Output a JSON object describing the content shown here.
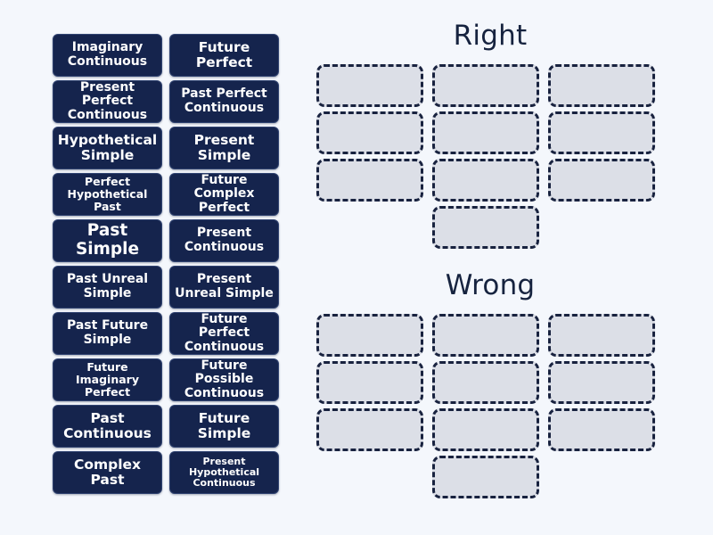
{
  "page": {
    "background_color": "#f4f7fc",
    "activity_type": "group-sort-drag-and-drop"
  },
  "colors": {
    "tile_background": "#15244d",
    "tile_border": "#2f4270",
    "tile_text": "#ffffff",
    "dropzone_fill": "#dcdfe7",
    "dropzone_border": "#18223f",
    "heading_text": "#16233f"
  },
  "tile_tray": {
    "tiles": [
      {
        "label": "Imaginary Continuous",
        "size": "fs-md"
      },
      {
        "label": "Future Perfect",
        "size": "fs-lg"
      },
      {
        "label": "Present Perfect Continuous",
        "size": "fs-md"
      },
      {
        "label": "Past Perfect Continuous",
        "size": "fs-md"
      },
      {
        "label": "Hypothetical Simple",
        "size": "fs-lg"
      },
      {
        "label": "Present Simple",
        "size": "fs-lg"
      },
      {
        "label": "Perfect Hypothetical Past",
        "size": "fs-sm"
      },
      {
        "label": "Future Complex Perfect",
        "size": "fs-md"
      },
      {
        "label": "Past Simple",
        "size": "fs-xl"
      },
      {
        "label": "Present Continuous",
        "size": "fs-md"
      },
      {
        "label": "Past Unreal Simple",
        "size": "fs-md"
      },
      {
        "label": "Present Unreal Simple",
        "size": "fs-md"
      },
      {
        "label": "Past Future Simple",
        "size": "fs-md"
      },
      {
        "label": "Future Perfect Continuous",
        "size": "fs-md"
      },
      {
        "label": "Future Imaginary Perfect",
        "size": "fs-sm"
      },
      {
        "label": "Future Possible Continuous",
        "size": "fs-md"
      },
      {
        "label": "Past Continuous",
        "size": "fs-lg"
      },
      {
        "label": "Future Simple",
        "size": "fs-lg"
      },
      {
        "label": "Complex Past",
        "size": "fs-lg"
      },
      {
        "label": "Present Hypothetical Continuous",
        "size": "fs-xs"
      }
    ]
  },
  "groups": [
    {
      "id": "right",
      "title": "Right",
      "dropzone_count": 10,
      "dropzones": [
        "",
        "",
        "",
        "",
        "",
        "",
        "",
        "",
        "",
        ""
      ]
    },
    {
      "id": "wrong",
      "title": "Wrong",
      "dropzone_count": 10,
      "dropzones": [
        "",
        "",
        "",
        "",
        "",
        "",
        "",
        "",
        "",
        ""
      ]
    }
  ]
}
